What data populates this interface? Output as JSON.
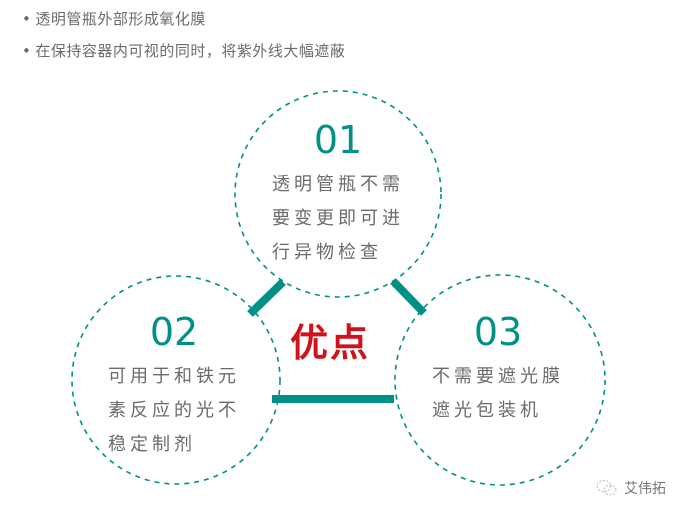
{
  "bullets": [
    {
      "dot": "•",
      "text": "透明管瓶外部形成氧化膜"
    },
    {
      "dot": "•",
      "text": "在保持容器内可视的同时，将紫外线大幅遮蔽"
    }
  ],
  "center_label": "优点",
  "colors": {
    "accent": "#009086",
    "center": "#d0121b",
    "text": "#6b6b6b"
  },
  "advantages": [
    {
      "number": "01",
      "lines": [
        "透明管瓶不需",
        "要变更即可进",
        "行异物检查"
      ]
    },
    {
      "number": "02",
      "lines": [
        "可用于和铁元",
        "素反应的光不",
        "稳定制剂"
      ]
    },
    {
      "number": "03",
      "lines": [
        "不需要遮光膜",
        "遮光包装机"
      ]
    }
  ],
  "watermark": {
    "icon": "wechat-icon",
    "text": "艾伟拓"
  }
}
